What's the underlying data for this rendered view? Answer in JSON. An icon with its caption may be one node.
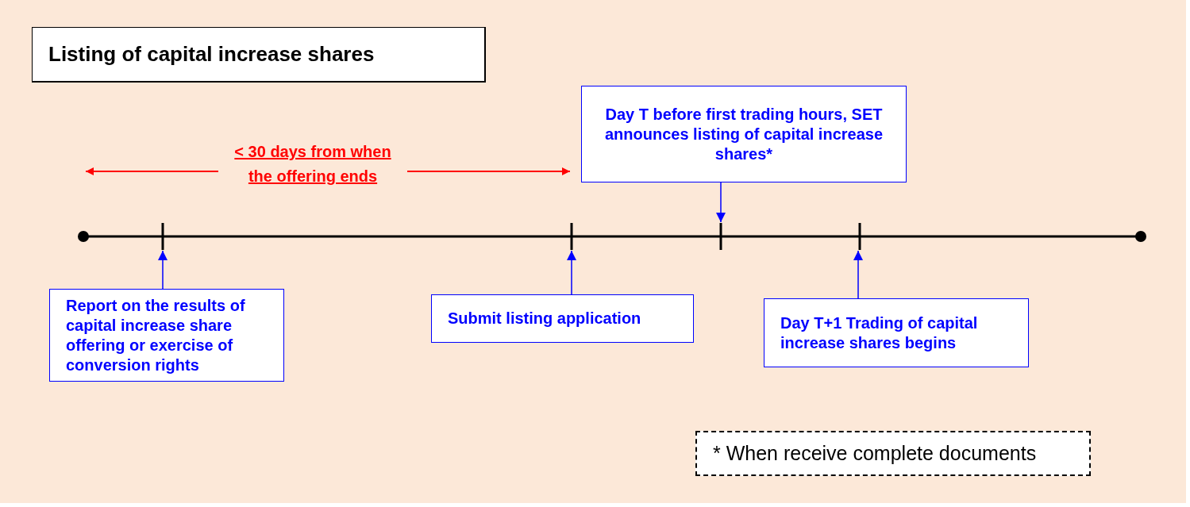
{
  "diagram": {
    "title": "Listing of capital increase shares",
    "nodes": [
      {
        "text": [
          "Day T before first trading hours, SET announces listing of capital increase shares*"
        ]
      },
      {
        "text": [],
        "shape": "bar"
      },
      {
        "text": [
          "Report on the results of capital increase share offering or exercise of conversion rights"
        ]
      },
      {
        "text": [
          "Submit listing application"
        ]
      },
      {
        "text": [
          "Day T+1 Trading of capital increase shares begins"
        ]
      },
      {
        "text": [
          "* When receive complete documents"
        ]
      }
    ],
    "edges": [
      {
        "from": 0,
        "to": 1,
        "arrow": "to"
      },
      {
        "from": 2,
        "to": 1,
        "arrow": "to"
      },
      {
        "from": 3,
        "to": 1,
        "arrow": "to"
      },
      {
        "from": 4,
        "to": 1,
        "arrow": "to"
      }
    ],
    "labels": [
      "< 30 days from when the offering ends"
    ]
  }
}
